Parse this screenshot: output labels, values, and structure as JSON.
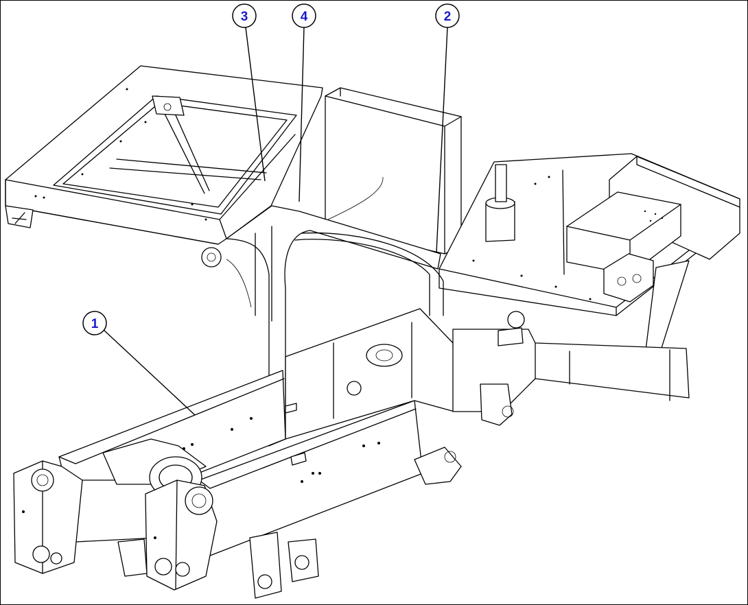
{
  "callouts": [
    {
      "id": "callout-1",
      "label": "1"
    },
    {
      "id": "callout-2",
      "label": "2"
    },
    {
      "id": "callout-3",
      "label": "3"
    },
    {
      "id": "callout-4",
      "label": "4"
    }
  ],
  "colors": {
    "line": "#000000",
    "callout_text": "#1a1acc",
    "background": "#ffffff"
  }
}
